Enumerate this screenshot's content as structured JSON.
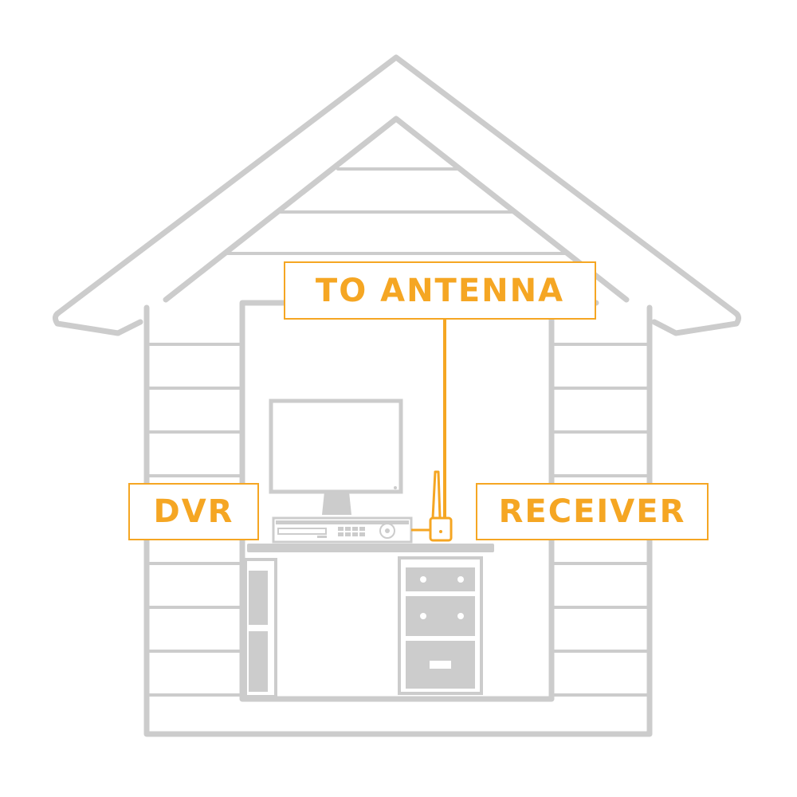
{
  "labels": {
    "antenna": "TO ANTENNA",
    "dvr": "DVR",
    "receiver": "RECEIVER"
  },
  "colors": {
    "accent": "#f5a623",
    "outline": "#cccccc",
    "background": "#ffffff"
  },
  "icons": [
    "house-icon",
    "monitor-icon",
    "dvr-device-icon",
    "receiver-icon",
    "antenna-cable-icon",
    "cabinet-icon"
  ]
}
